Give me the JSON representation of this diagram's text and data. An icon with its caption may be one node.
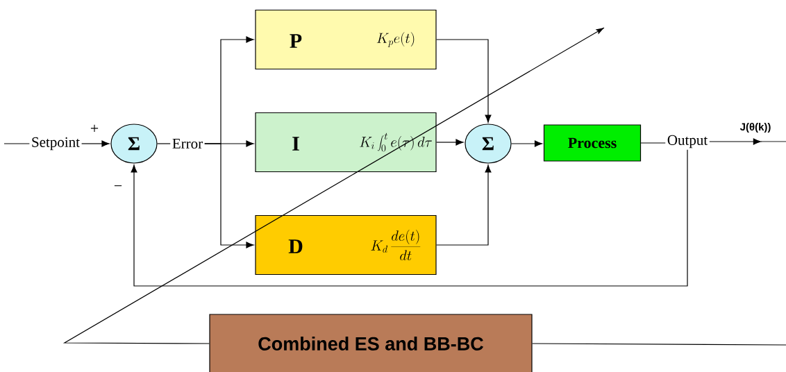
{
  "diagram": {
    "nodes": [
      {
        "text": [
          "Setpoint"
        ]
      },
      {
        "text": [
          "Σ"
        ]
      },
      {
        "text": [
          "Error"
        ]
      },
      {
        "text": [
          "P",
          "K_p e(t)"
        ]
      },
      {
        "text": [
          "I",
          "K_i\\int_0^t e(\\tau)\\,d\\tau"
        ]
      },
      {
        "text": [
          "D",
          "K_d \\,\\frac{de(t)}{dt}"
        ]
      },
      {
        "text": [
          "Σ"
        ]
      },
      {
        "text": [
          "Process"
        ]
      },
      {
        "text": [
          "Output"
        ]
      },
      {
        "text": [
          "Combined ES and BB-BC"
        ]
      }
    ],
    "edges": [
      {
        "from": 0,
        "to": 1,
        "arrow": "to"
      },
      {
        "from": 1,
        "to": 2,
        "arrow": "none"
      },
      {
        "from": 2,
        "to": 3,
        "arrow": "to"
      },
      {
        "from": 2,
        "to": 4,
        "arrow": "to"
      },
      {
        "from": 2,
        "to": 5,
        "arrow": "to"
      },
      {
        "from": 3,
        "to": 6,
        "arrow": "to"
      },
      {
        "from": 4,
        "to": 6,
        "arrow": "to"
      },
      {
        "from": 5,
        "to": 6,
        "arrow": "to"
      },
      {
        "from": 6,
        "to": 7,
        "arrow": "to"
      },
      {
        "from": 7,
        "to": 8,
        "arrow": "none"
      },
      {
        "from": 8,
        "to": 1,
        "arrow": "to"
      },
      {
        "from": 8,
        "to": null,
        "arrow": "to",
        "label": "J(θ(k))"
      },
      {
        "from": null,
        "to": 9,
        "arrow": "none"
      },
      {
        "from": 9,
        "to": null,
        "arrow": "to"
      }
    ],
    "labels": [
      "+",
      "−"
    ]
  }
}
